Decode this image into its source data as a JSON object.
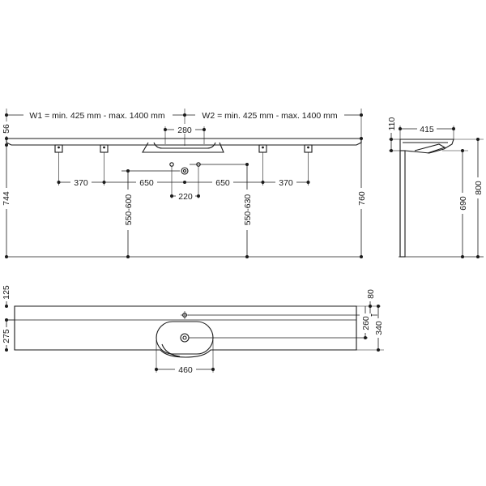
{
  "front_view": {
    "width_left": "W1 = min. 425 mm - max. 1400 mm",
    "width_right": "W2 = min. 425 mm - max. 1400 mm",
    "basin_width": "280",
    "top_thickness": "56",
    "bracket_spacing_left": "370",
    "bracket_spacing_right": "370",
    "offset_left": "650",
    "offset_right": "650",
    "drain_spacing": "220",
    "bracket_height_left": "550-600",
    "bracket_height_right": "550-630",
    "total_height_left": "744",
    "total_height_right": "760"
  },
  "side_view": {
    "edge_thickness": "110",
    "depth": "415",
    "rim_height": "690",
    "total_height": "800"
  },
  "plan_view": {
    "back_depth": "125",
    "front_depth": "275",
    "tap_offset": "80",
    "drain_depth": "260",
    "total_depth": "340",
    "bowl_width": "460"
  }
}
